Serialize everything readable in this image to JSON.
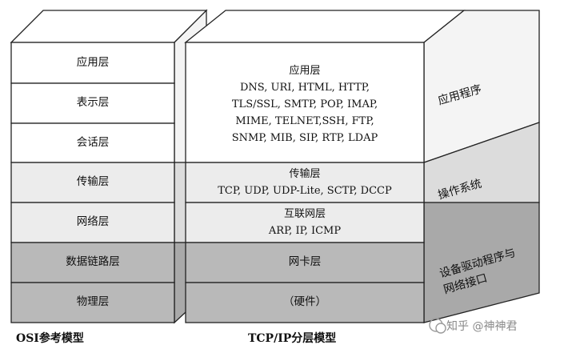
{
  "osi": {
    "caption": "OSI参考模型",
    "layers": [
      "应用层",
      "表示层",
      "会话层",
      "传输层",
      "网络层",
      "数据链路层",
      "物理层"
    ]
  },
  "tcpip": {
    "caption": "TCP/IP分层模型",
    "application": {
      "title": "应用层",
      "lines": [
        "DNS, URI, HTML, HTTP,",
        "TLS/SSL, SMTP, POP, IMAP,",
        "MIME, TELNET,SSH, FTP,",
        "SNMP, MIB, SIP, RTP, LDAP"
      ]
    },
    "transport": {
      "title": "传输层",
      "line": "TCP, UDP, UDP-Lite, SCTP, DCCP"
    },
    "internet": {
      "title": "互联网层",
      "line": "ARP, IP, ICMP"
    },
    "link": {
      "title": "网卡层"
    },
    "hardware": {
      "title": "（硬件）"
    }
  },
  "side_labels": {
    "app": "应用程序",
    "os": "操作系统",
    "driver_line1": "设备驱动程序与",
    "driver_line2": "网络接口"
  },
  "watermark": "知乎 @神神君",
  "colors": {
    "white": "#ffffff",
    "light_gray": "#ececec",
    "dark_gray": "#b9b9b9",
    "side_white": "#f4f4f4",
    "side_light": "#d9d9d9",
    "side_dark": "#a8a8a8",
    "line": "#222222"
  }
}
